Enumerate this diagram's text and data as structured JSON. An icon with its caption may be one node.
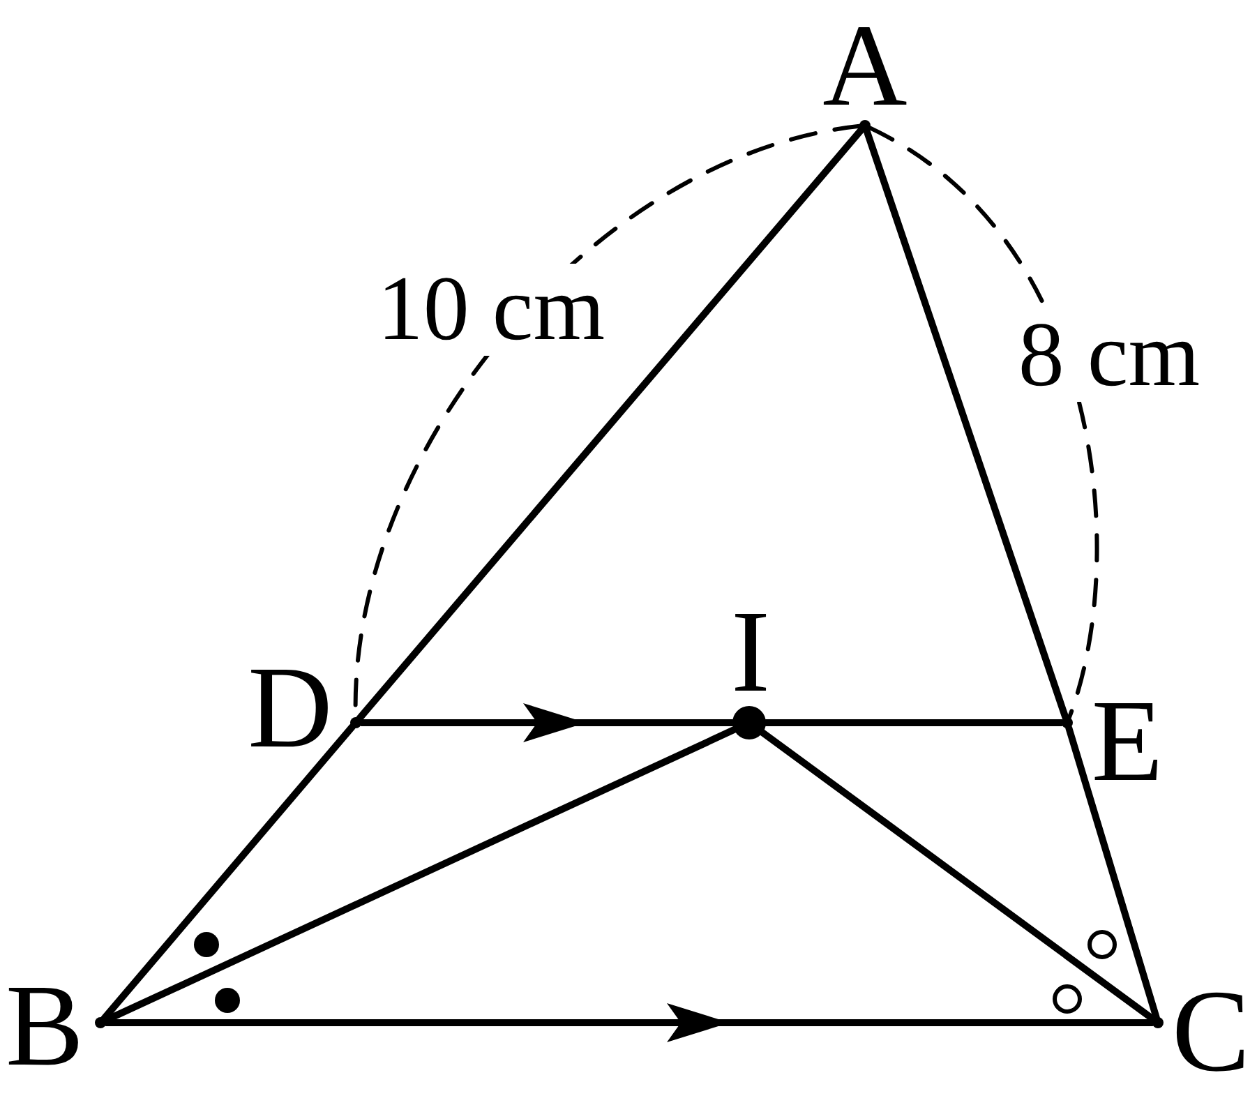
{
  "diagram": {
    "nodes": [
      {
        "text": [],
        "shape": "point",
        "beside": [
          "A"
        ]
      },
      {
        "text": [],
        "shape": "point",
        "beside": [
          "B"
        ]
      },
      {
        "text": [],
        "shape": "point",
        "beside": [
          "C"
        ]
      },
      {
        "text": [],
        "shape": "point",
        "beside": [
          "D"
        ]
      },
      {
        "text": [],
        "shape": "point",
        "beside": [
          "E"
        ]
      },
      {
        "text": [],
        "shape": "circle",
        "beside": [
          "I"
        ]
      }
    ],
    "edges": [
      {
        "from": 0,
        "to": 3,
        "arrow": "none"
      },
      {
        "from": 3,
        "to": 1,
        "arrow": "none"
      },
      {
        "from": 0,
        "to": 4,
        "arrow": "none"
      },
      {
        "from": 4,
        "to": 2,
        "arrow": "none"
      },
      {
        "from": 3,
        "to": 5,
        "arrow": "none"
      },
      {
        "from": 5,
        "to": 4,
        "arrow": "none"
      },
      {
        "from": 1,
        "to": 2,
        "arrow": "none"
      },
      {
        "from": 1,
        "to": 5,
        "arrow": "none"
      },
      {
        "from": 5,
        "to": 2,
        "arrow": "none"
      },
      {
        "from": 0,
        "to": 3,
        "arrow": "none",
        "style": "dashed",
        "label": "10 cm"
      },
      {
        "from": 0,
        "to": 4,
        "arrow": "none",
        "style": "dashed",
        "label": "8 cm"
      }
    ]
  }
}
